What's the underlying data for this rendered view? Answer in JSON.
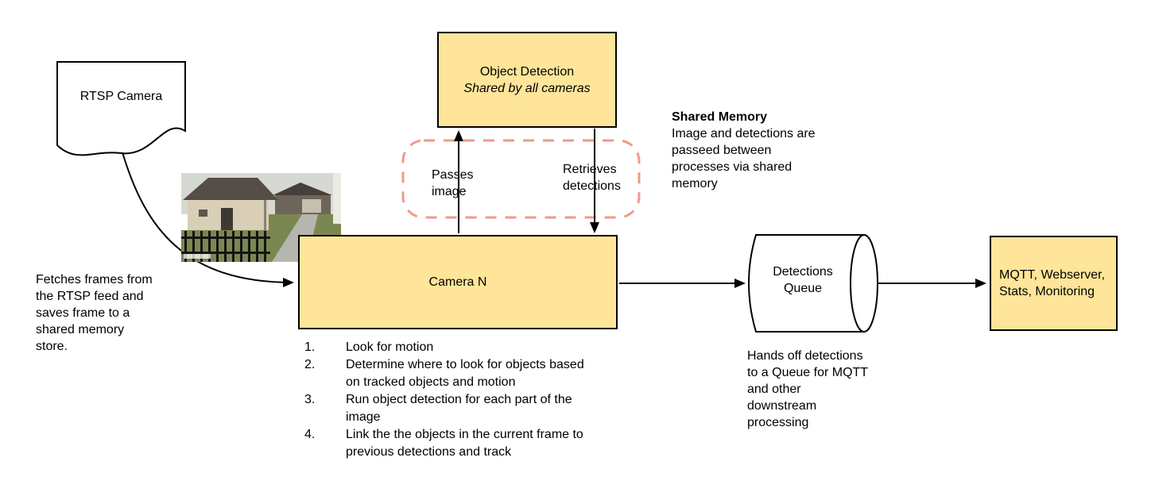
{
  "title": "Camera detection pipeline diagram",
  "colors": {
    "node_fill": "#FFE599",
    "node_border": "#000000",
    "shared_memory_outline": "#F1998A",
    "arrow": "#000000"
  },
  "nodes": {
    "rtsp_camera": {
      "label": "RTSP Camera"
    },
    "object_detection": {
      "title": "Object Detection",
      "subtitle": "Shared by all cameras"
    },
    "camera_n": {
      "label": "Camera N"
    },
    "detections_queue": {
      "label": "Detections Queue"
    },
    "outputs": {
      "label": "MQTT, Webserver, Stats, Monitoring"
    }
  },
  "edges": {
    "passes_image": "Passes image",
    "retrieves_detections": "Retrieves detections"
  },
  "notes": {
    "shared_memory": {
      "title": "Shared Memory",
      "body": "Image and detections are passeed between processes via shared memory"
    },
    "fetch_frames": "Fetches frames from the RTSP feed and saves frame to a shared memory store.",
    "hands_off": "Hands off detections to a Queue for MQTT and other downstream processing"
  },
  "camera_steps": [
    {
      "num": "1.",
      "text": "Look for motion"
    },
    {
      "num": "2.",
      "text": "Determine where to look for objects based on tracked objects and motion"
    },
    {
      "num": "3.",
      "text": "Run object detection for each part of the image"
    },
    {
      "num": "4.",
      "text": "Link the the objects in the current frame to previous detections and track"
    }
  ]
}
